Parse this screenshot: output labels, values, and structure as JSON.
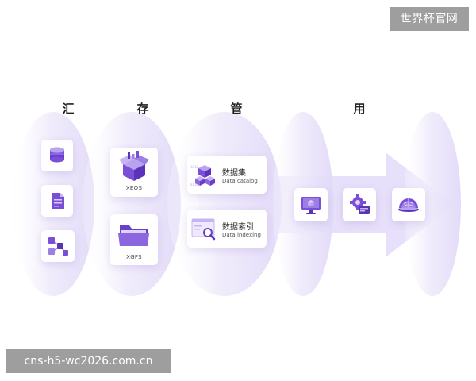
{
  "watermarks": {
    "top": "世界杯官网",
    "bottom": "cns-h5-wc2026.com.cn"
  },
  "stages": {
    "collect": "汇",
    "store": "存",
    "manage": "管",
    "use": "用"
  },
  "store_items": {
    "xeos": "XEOS",
    "xgfs": "XGFS"
  },
  "manage_items": {
    "catalog_cn": "数据集",
    "catalog_en": "Data catalog",
    "indexing_cn": "数据索引",
    "indexing_en": "Data indexing"
  },
  "icons": {
    "collect": [
      "database-icon",
      "document-icon",
      "network-nodes-icon"
    ],
    "store": [
      "package-box-icon",
      "folder-icon"
    ],
    "manage": [
      "data-cubes-icon",
      "magnifier-window-icon"
    ],
    "use": [
      "monitor-icon",
      "gear-card-icon",
      "globe-dome-icon"
    ]
  },
  "colors": {
    "accent": "#7a4fd8",
    "accent_dark": "#5b33b8",
    "accent_light": "#b8a3ee"
  }
}
